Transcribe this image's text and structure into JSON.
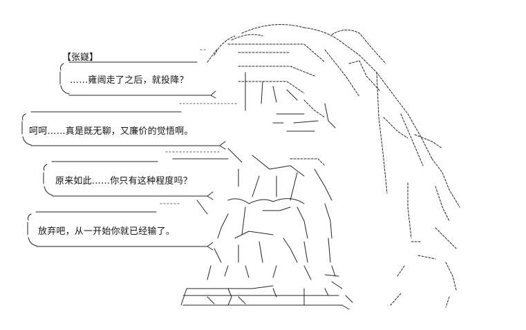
{
  "speaker": "【张嶷】",
  "dialogue": [
    "……雍闿走了之后，就投降？",
    "呵呵……真是既无聊，又廉价的觉悟啊。",
    "原来如此……你只有这种程度吗？",
    "放弃吧，从一开始你就已经输了。"
  ]
}
